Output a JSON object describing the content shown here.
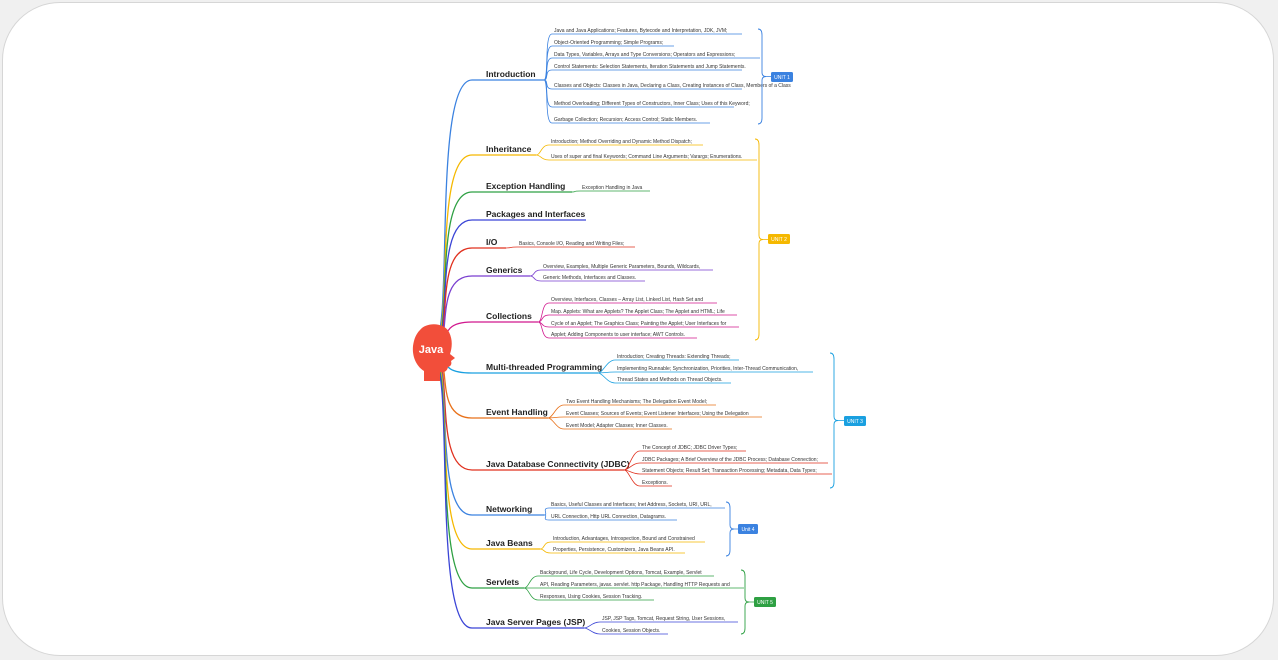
{
  "root": {
    "label": "Java",
    "color": "#f24e3a"
  },
  "branches": [
    {
      "label": "Introduction",
      "color": "#3b82e0",
      "leaves": [
        "Java and Java Applications; Features, Bytecode and Interpretation, JDK, JVM;",
        "Object-Oriented Programming; Simple Programs;",
        "Data Types, Variables, Arrays and Type Conversions; Operators and Expressions;",
        "Control Statements: Selection Statements, Iteration Statements and Jump Statements.",
        "Classes and Objects: Classes in Java, Declaring a Class, Creating Instances of Class, Members of a Class",
        "Method Overloading; Different Types of Constructors, Inner Class; Uses of this Keyword;",
        "Garbage Collection; Recursion; Access Control; Static Members."
      ]
    },
    {
      "label": "Inheritance",
      "color": "#f5b800",
      "leaves": [
        "Introduction; Method Overriding and Dynamic Method Dispatch;",
        "Uses of super and final Keywords; Command Line Arguments; Varargs; Enumerations."
      ]
    },
    {
      "label": "Exception Handling",
      "color": "#2ea043",
      "leaves": [
        "Exception Handling in Java"
      ]
    },
    {
      "label": "Packages and Interfaces",
      "color": "#3b45d6",
      "leaves": []
    },
    {
      "label": "I/O",
      "color": "#e0301e",
      "leaves": [
        "Basics, Console I/O, Reading and Writing Files;"
      ]
    },
    {
      "label": "Generics",
      "color": "#7a3fd0",
      "leaves": [
        "Overview, Examples, Multiple Generic Parameters, Bounds, Wildcards,",
        "Generic Methods, Interfaces and Classes."
      ]
    },
    {
      "label": "Collections",
      "color": "#d1188e",
      "leaves": [
        "Overview, Interfaces, Classes – Array List, Linked List, Hash Set and",
        "Map. Applets: What are Applets? The Applet Class; The Applet and HTML; Life",
        "Cycle of an Applet; The Graphics Class; Painting the Applet; User Interfaces for",
        "Applet; Adding Components to user interface; AWT Controls."
      ]
    },
    {
      "label": "Multi-threaded Programming",
      "color": "#1aa0e0",
      "leaves": [
        "Introduction; Creating Threads: Extending Threads;",
        "Implementing Runnable; Synchronization, Priorities, Inter-Thread Communication,",
        "Thread States and Methods on Thread Objects."
      ]
    },
    {
      "label": "Event Handling",
      "color": "#e8711a",
      "leaves": [
        "Two Event Handling Mechanisms; The Delegation Event Model;",
        "Event Classes; Sources of Events; Event Listener Interfaces; Using the Delegation",
        "Event Model; Adapter Classes; Inner Classes."
      ]
    },
    {
      "label": "Java Database Connectivity (JDBC)",
      "color": "#e0301e",
      "leaves": [
        "The Concept of JDBC; JDBC Driver Types;",
        "JDBC Packages; A Brief Overview of the JDBC Process; Database Connection;",
        "Statement Objects; Result Set; Transaction Processing; Metadata, Data Types;",
        "Exceptions."
      ]
    },
    {
      "label": "Networking",
      "color": "#3b82e0",
      "leaves": [
        "Basics, Useful Classes and Interfaces; Inet Address, Sockets, URI, URL,",
        "URL Connection, Http URL Connection, Datagrams."
      ]
    },
    {
      "label": "Java Beans",
      "color": "#f5b800",
      "leaves": [
        "Introduction, Advantages, Introspection, Bound and Constrained",
        "Properties, Persistence, Customizers, Java Beans API."
      ]
    },
    {
      "label": "Servlets",
      "color": "#2ea043",
      "leaves": [
        "Background, Life Cycle, Development Options, Tomcat, Example, Servlet",
        "API, Reading Parameters, javax. servlet. http Package, Handling HTTP Requests and",
        "Responses, Using Cookies, Session Tracking."
      ]
    },
    {
      "label": "Java Server Pages (JSP)",
      "color": "#3b45d6",
      "leaves": [
        "JSP, JSP Tags, Tomcat, Request String, User Sessions,",
        "Cookies, Session Objects."
      ]
    }
  ],
  "units": [
    {
      "label": "UNIT 1",
      "color": "#3b82e0"
    },
    {
      "label": "UNIT 2",
      "color": "#f5b800"
    },
    {
      "label": "UNIT 3",
      "color": "#1aa0e0"
    },
    {
      "label": "Unit 4",
      "color": "#3b82e0"
    },
    {
      "label": "UNIT 5",
      "color": "#2ea043"
    }
  ]
}
